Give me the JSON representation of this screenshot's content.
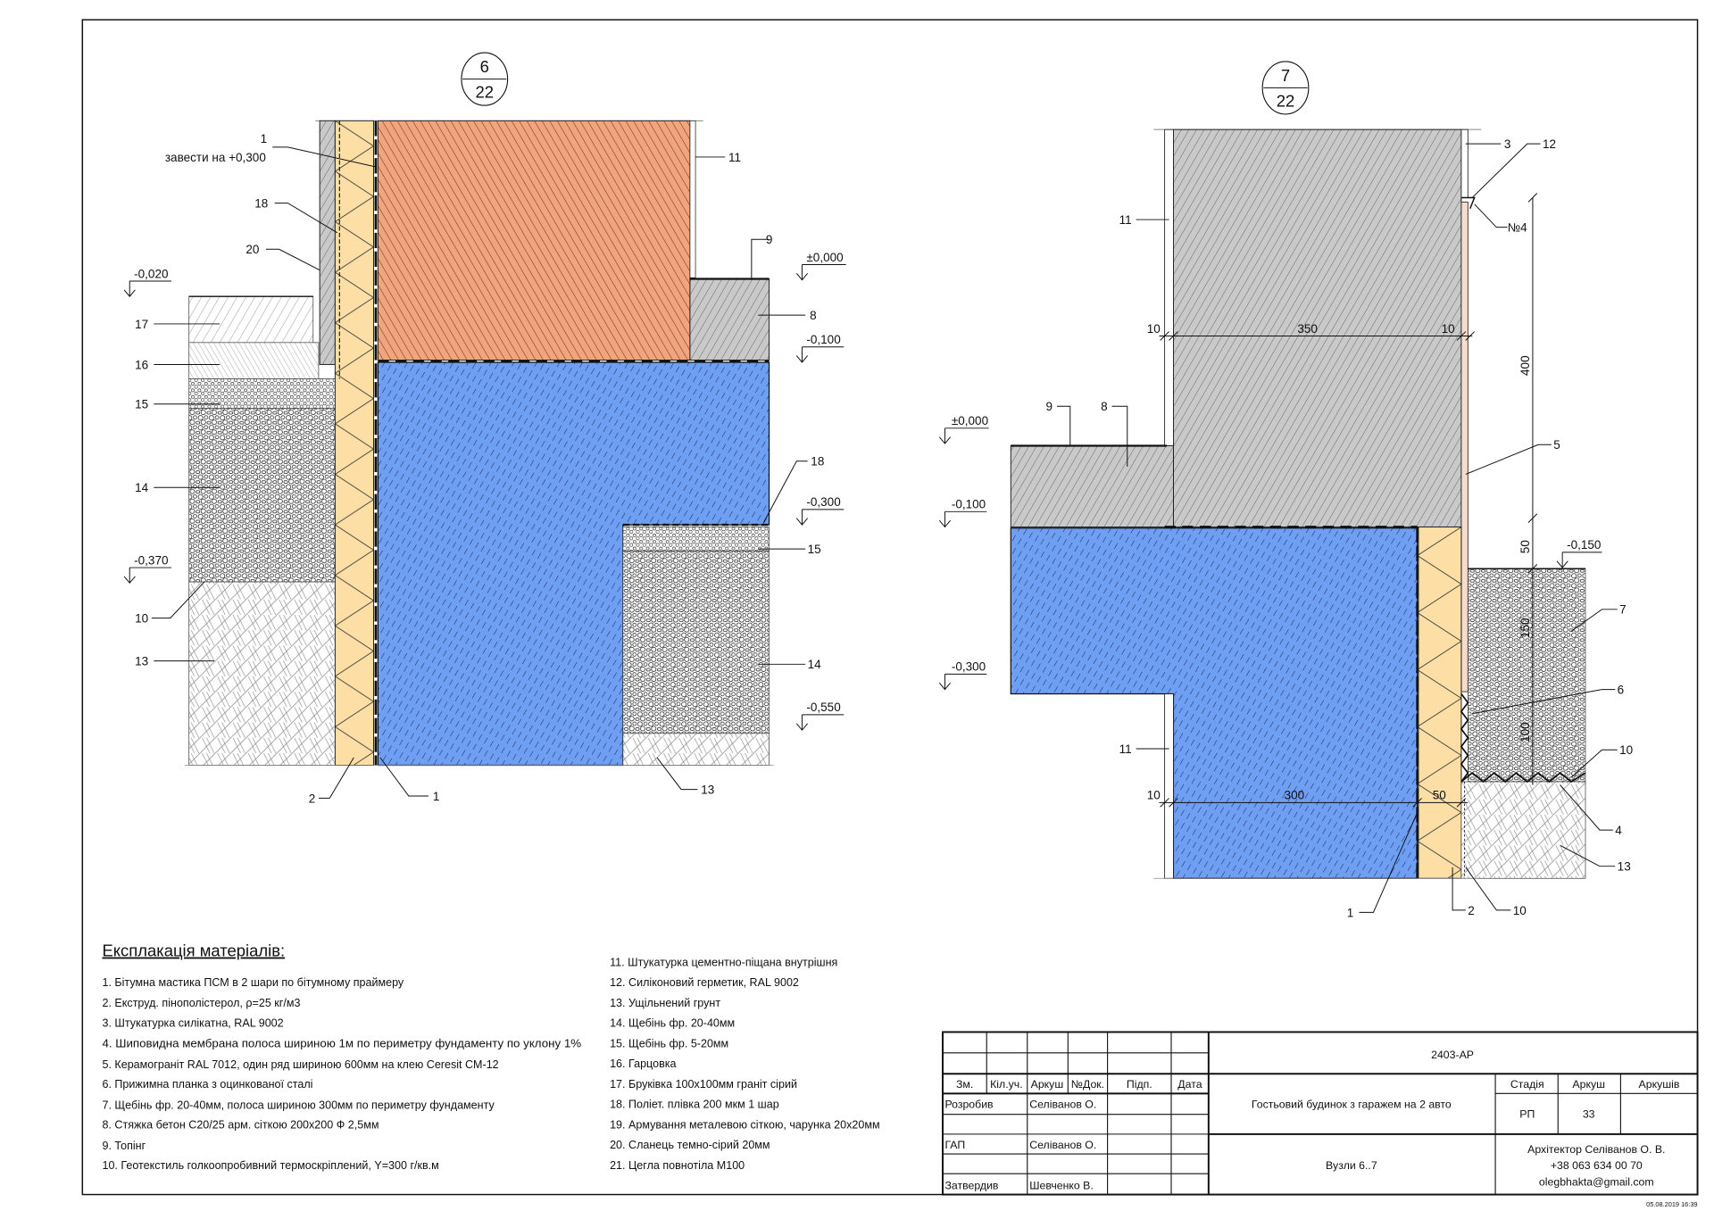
{
  "colors": {
    "brick": "#f2a47c",
    "concrete_foundation": "#6f9ff2",
    "insulation": "#fddfa6",
    "concrete_grey": "#c9c9c9",
    "tile": "#f8dccb"
  },
  "node6": {
    "number": "6",
    "sheet": "22",
    "note": "завести на +0,300",
    "levels": [
      "-0,020",
      "±0,000",
      "-0,100",
      "-0,300",
      "-0,370",
      "-0,550"
    ],
    "callouts": [
      "1",
      "18",
      "20",
      "17",
      "16",
      "15",
      "14",
      "10",
      "13",
      "11",
      "9",
      "8",
      "18",
      "15",
      "14",
      "13",
      "2",
      "1"
    ]
  },
  "node7": {
    "number": "7",
    "sheet": "22",
    "levels": [
      "±0,000",
      "-0,100",
      "-0,150",
      "-0,300"
    ],
    "callouts": [
      "3",
      "12",
      "№4",
      "11",
      "9",
      "8",
      "5",
      "7",
      "6",
      "11",
      "10",
      "4",
      "13",
      "1",
      "2",
      "10"
    ],
    "dimensions": [
      "10",
      "350",
      "10",
      "400",
      "50",
      "150",
      "100",
      "10",
      "300",
      "50"
    ]
  },
  "legend": {
    "title": "Експлакація матеріалів:",
    "items": [
      "1. Бітумна мастика ПСМ в 2 шари по бітумному праймеру",
      "2. Екструд. пінополістерол, ρ=25 кг/м3",
      "3. Штукатурка силікатна, RAL 9002",
      "4. Шиповидна мембрана полоса шириною 1м по периметру фундаменту по уклону 1%",
      "5. Керамограніт RAL 7012, один ряд шириною 600мм на клею Ceresit CM-12",
      "6. Прижимна планка з оцинкованої сталі",
      "7. Щебінь  фр. 20-40мм, полоса шириною 300мм по периметру фундаменту",
      "8. Стяжка бетон С20/25 арм. сіткою 200х200 Ф 2,5мм",
      "9. Топінг",
      "10. Геотекстиль голкоопробивний термоскріплений, Y=300 г/кв.м",
      "11. Штукатурка цементно-піщана внутрішня",
      "12. Силіконовий герметик, RAL 9002",
      "13. Ущільнений грунт",
      "14. Щебінь фр. 20-40мм",
      "15. Щебінь фр. 5-20мм",
      "16. Гарцовка",
      "17. Бруківка 100х100мм граніт сірий",
      "18. Поліет. плівка 200 мкм 1 шар",
      "19. Армування металевою сіткою, чарунка 20х20мм",
      "20. Сланець темно-сірий 20мм",
      "21. Цегла повнотіла М100"
    ]
  },
  "title_block": {
    "project_code": "2403-АР",
    "headers": [
      "Зм.",
      "Кіл.уч.",
      "Аркуш",
      "№Док.",
      "Підп.",
      "Дата"
    ],
    "roles": [
      {
        "role": "Розробив",
        "name": "Селіванов О."
      },
      {
        "role": "ГАП",
        "name": "Селіванов О."
      },
      {
        "role": "Затвердив",
        "name": "Шевченко В."
      }
    ],
    "project_name": "Гостьовий будинок з гаражем на 2 авто",
    "sheet_title": "Вузли 6..7",
    "stage_label": "Стадія",
    "sheet_label": "Аркуш",
    "sheets_label": "Аркушів",
    "stage": "РП",
    "sheet": "33",
    "sheets": "",
    "author": [
      "Архітектор Селіванов О. В.",
      "+38 063 634 00 70",
      "olegbhakta@gmail.com"
    ]
  },
  "timestamp": "05.08.2019 16:39"
}
